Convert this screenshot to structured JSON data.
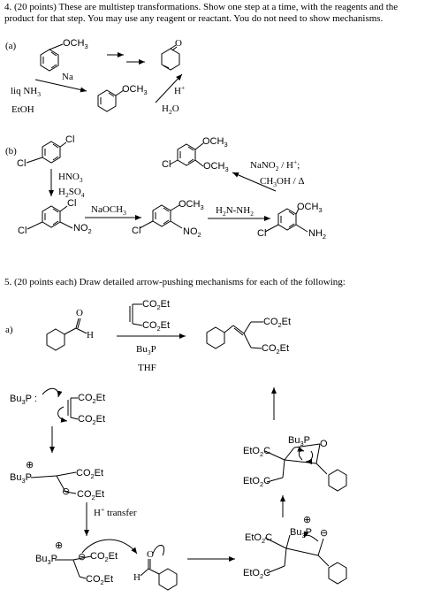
{
  "q4": {
    "line1": "4.  (20 points)  These are multistep transformations.  Show one step at a time, with the reagents and the",
    "line2": "product for that step.  You may use any reagent or reactant.  You do not need to show mechanisms."
  },
  "part_a": {
    "label": "(a)",
    "och3_1": "OCH",
    "na": "Na",
    "liq": "liq NH",
    "etoh": "EtOH",
    "och3_2": "OCH",
    "o": "O",
    "hplus": "H",
    "h2o": "H",
    "h2o_o": "O"
  },
  "part_b": {
    "label": "(b)",
    "cl": "Cl",
    "hno3": "HNO",
    "h2so4": "H",
    "h2so4_rest": "SO",
    "naoch3": "NaOCH",
    "no2": "NO",
    "och3": "OCH",
    "h2nnh2": "H",
    "h2nnh2_rest": "N-NH",
    "nh2": "NH",
    "nano2": "NaNO",
    "nano2_rest": " / H",
    "nano2_end": ";",
    "ch3oh": "CH",
    "ch3oh_rest": "OH / Δ"
  },
  "q5": {
    "line": "5.  (20 points each)  Draw detailed arrow-pushing mechanisms for each of the following:"
  },
  "part5a": {
    "label": "a)",
    "o": "O",
    "h": "H",
    "co2et": "CO",
    "co2et_rest": "Et",
    "bu3p": "Bu",
    "bu3p_rest": "P",
    "thf": "THF",
    "bu3p_colon": ":",
    "plus": "⊕",
    "minus": "⊖",
    "htransfer": "H",
    "htransfer_rest": " transfer",
    "eto2c": "EtO",
    "eto2c_rest": "C"
  }
}
